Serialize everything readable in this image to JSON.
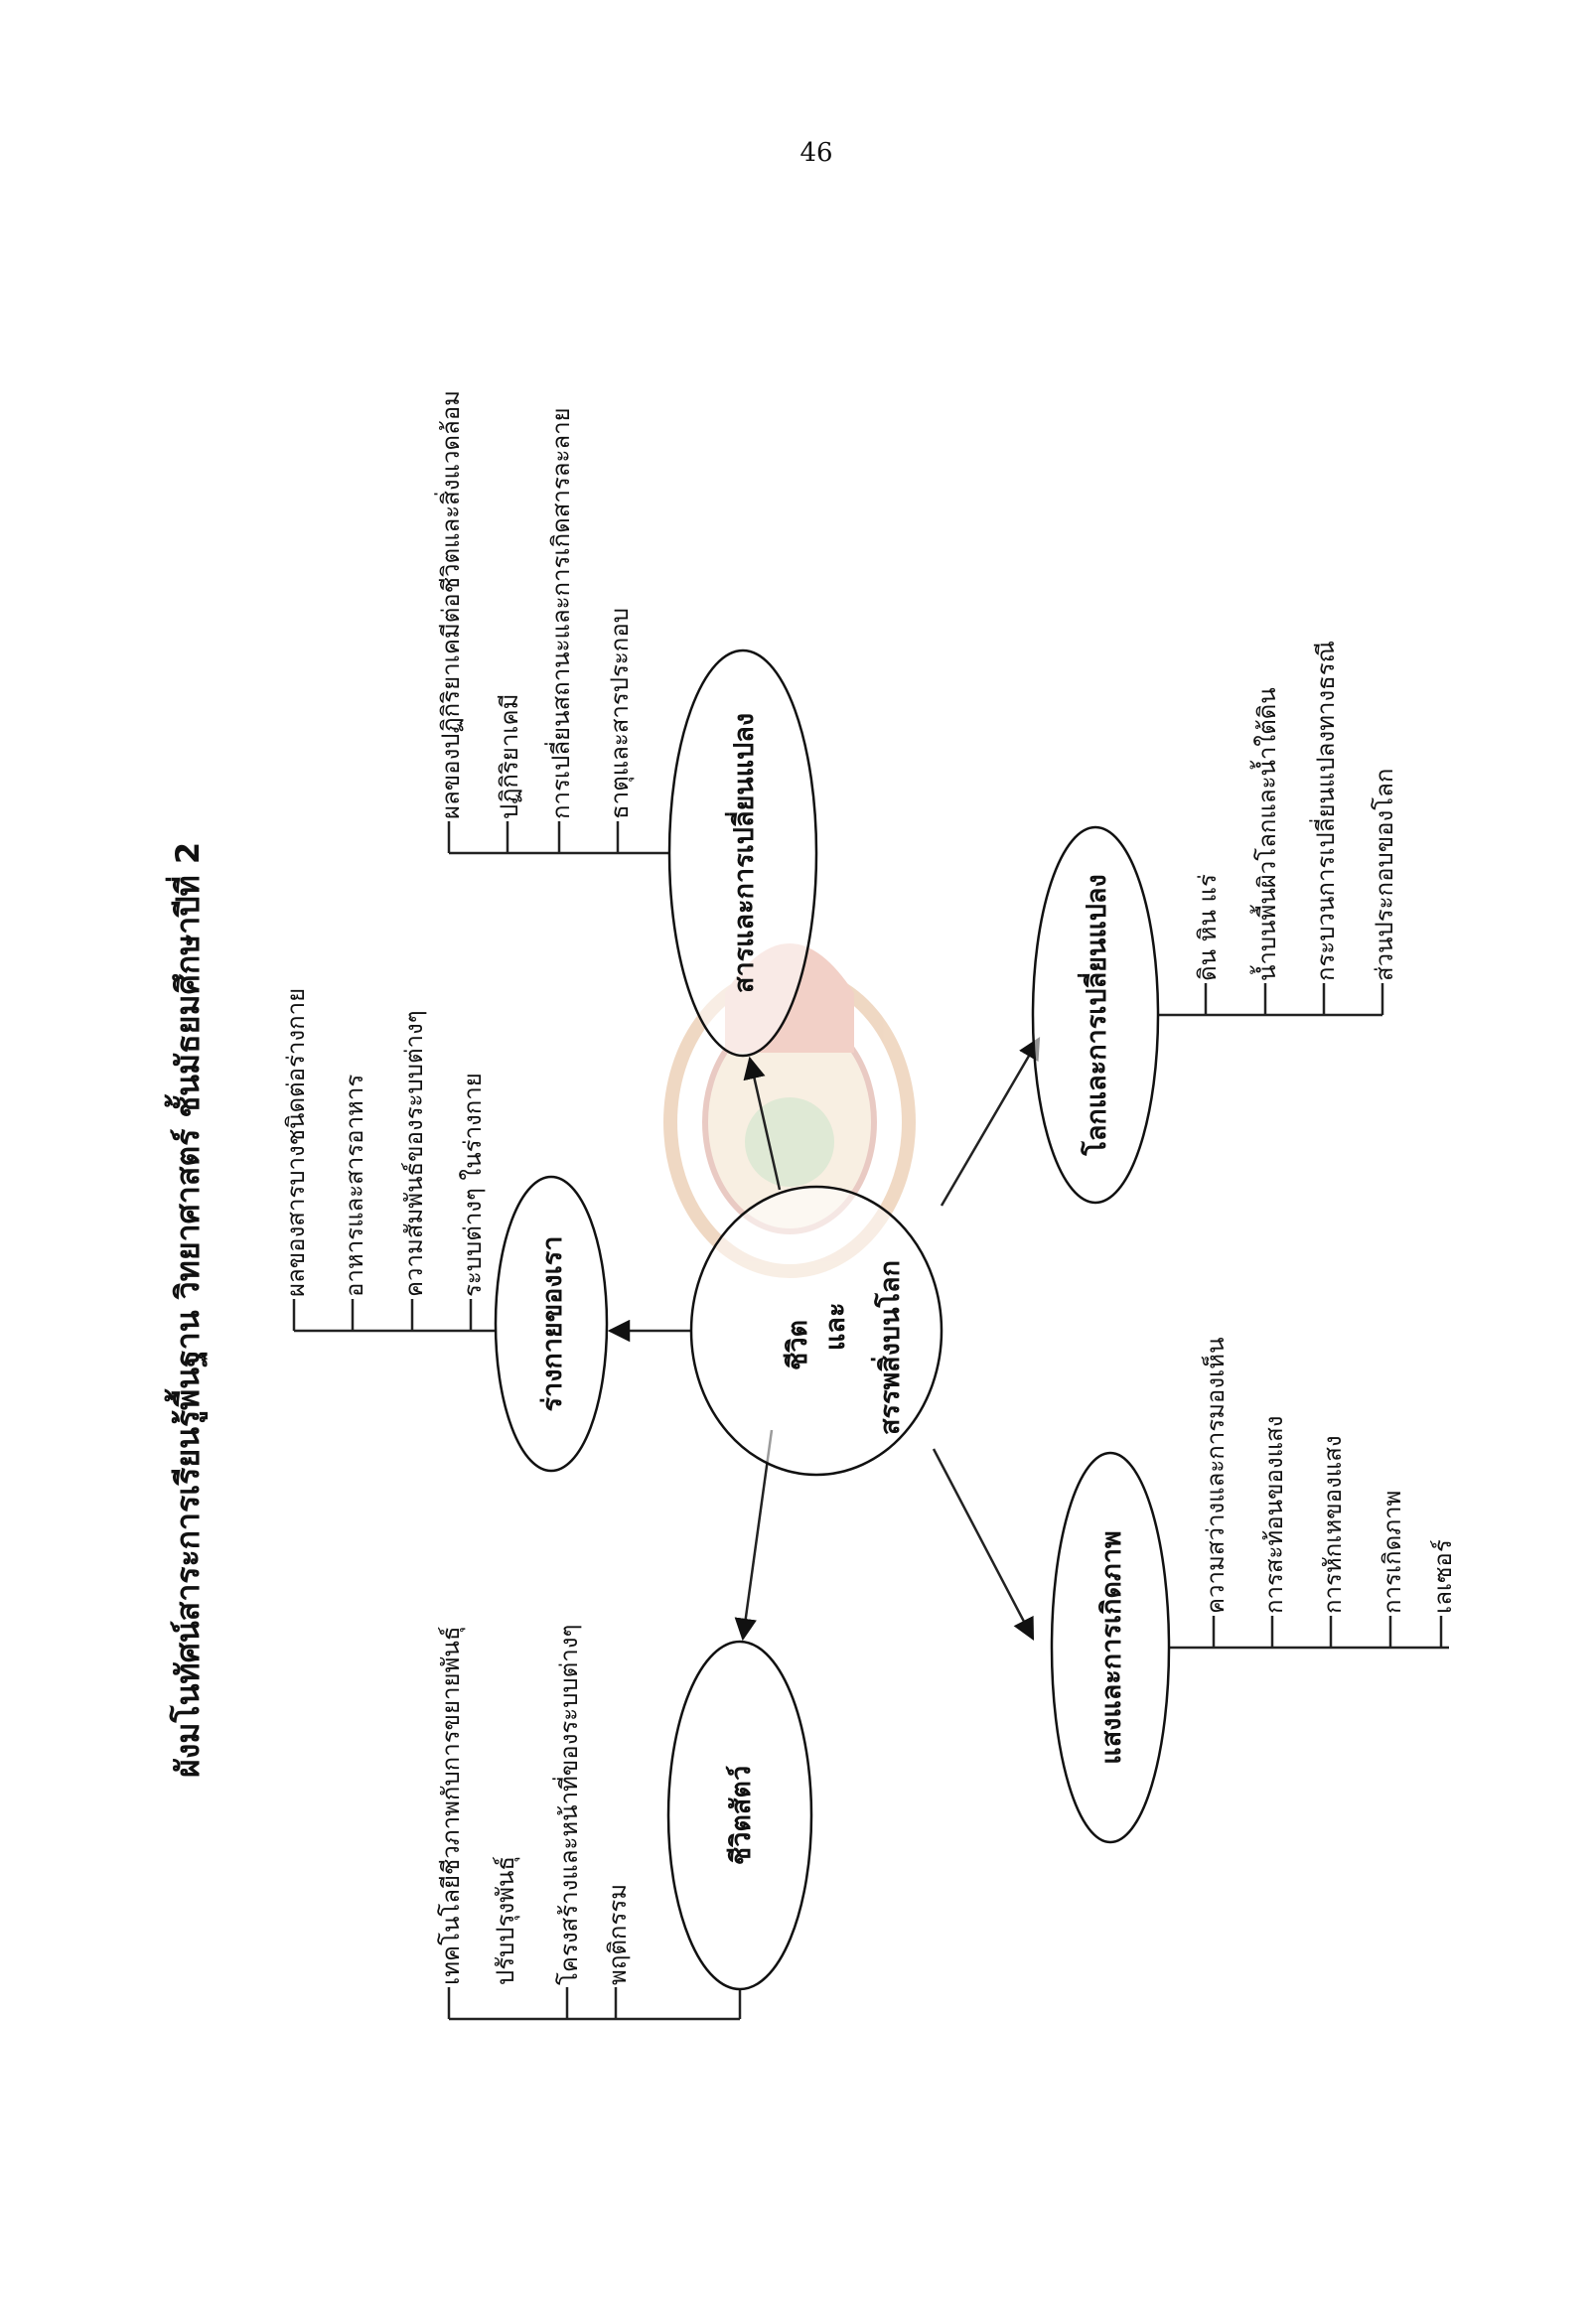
{
  "page_number": "46",
  "title": "ผังมโนทัศน์สาระการเรียนรู้พื้นฐาน วิทยาศาสตร์ ชั้นมัธยมศึกษาปีที่ 2",
  "center": {
    "lines": [
      "ชีวิต",
      "และ",
      "สรรพสิ่งบนโลก"
    ]
  },
  "nodes": [
    {
      "label": "ร่างกายของเรา",
      "items": [
        "ผลของสารบางชนิดต่อร่างกาย",
        "อาหารและสารอาหาร",
        "ความสัมพันธ์ของระบบต่างๆ",
        "ระบบต่างๆ ในร่างกาย"
      ]
    },
    {
      "label": "สารและการเปลี่ยนแปลง",
      "items": [
        "ผลของปฏิกิริยาเคมีต่อชีวิตและสิ่งแวดล้อม",
        "ปฏิกิริยาเคมี",
        "การเปลี่ยนสถานะและการเกิดสารละลาย",
        "ธาตุและสารประกอบ"
      ]
    },
    {
      "label": "โลกและการเปลี่ยนแปลง",
      "items": [
        "ดิน หิน แร่",
        "น้ำบนพื้นผิวโลกและน้ำใต้ดิน",
        "กระบวนการเปลี่ยนแปลงทางธรณี",
        "ส่วนประกอบของโลก"
      ]
    },
    {
      "label": "แสงและการเกิดภาพ",
      "items": [
        "ความสว่างและการมองเห็น",
        "การสะท้อนของแสง",
        "การหักเหของแสง",
        "การเกิดภาพ",
        "เลเซอร์"
      ]
    },
    {
      "label": "ชีวิตสัตว์",
      "items": [
        "เทคโนโลยีชีวภาพกับการขยายพันธุ์",
        "ปรับปรุงพันธุ์",
        "โครงสร้างและหน้าที่ของระบบต่างๆ",
        "พฤติกรรม"
      ]
    }
  ]
}
